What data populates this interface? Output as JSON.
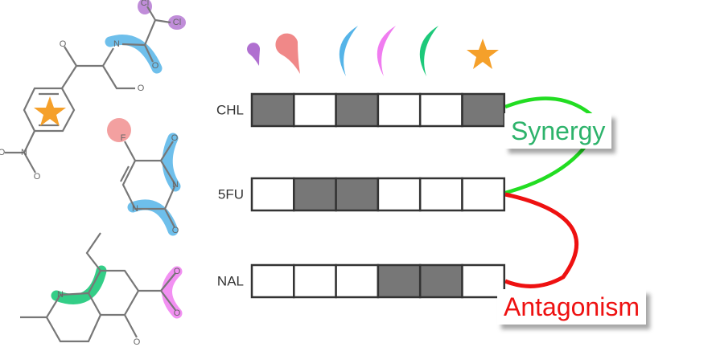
{
  "drugs": [
    {
      "name": "CHL",
      "fingerprint": [
        1,
        0,
        1,
        0,
        0,
        1
      ]
    },
    {
      "name": "5FU",
      "fingerprint": [
        0,
        1,
        1,
        0,
        0,
        0
      ]
    },
    {
      "name": "NAL",
      "fingerprint": [
        0,
        0,
        0,
        1,
        1,
        0
      ]
    }
  ],
  "feature_icons": [
    "purple-drop-icon",
    "pink-drop-icon",
    "blue-crescent-icon",
    "magenta-crescent-icon",
    "green-crescent-icon",
    "orange-star-icon"
  ],
  "colors": {
    "filled": "#777777",
    "empty": "#ffffff",
    "purple": "#b070d0",
    "pink": "#f08888",
    "blue": "#55b4e8",
    "magenta": "#f07cf0",
    "green": "#1dc97a",
    "orange": "#f5a02a",
    "synergy": "#22dd22",
    "antagonism": "#ee1111"
  },
  "atoms": {
    "O": "O",
    "N": "N",
    "Cl": "Cl",
    "F": "F"
  },
  "labels": {
    "synergy": "Synergy",
    "antagonism": "Antagonism"
  }
}
